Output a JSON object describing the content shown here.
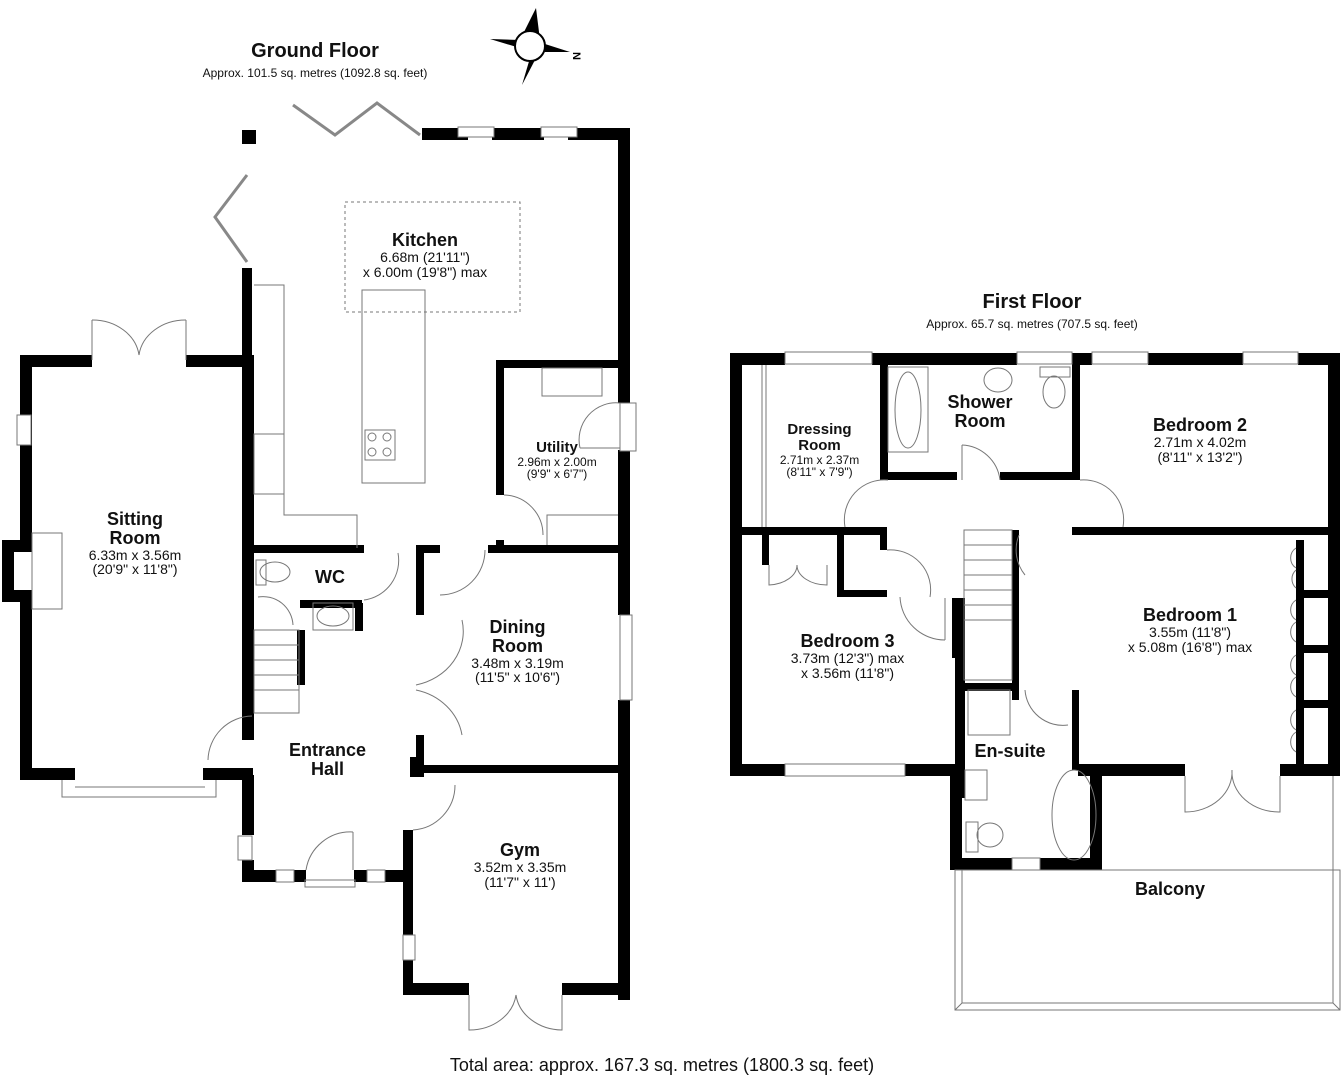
{
  "compass": {
    "icon": "compass-icon",
    "north_label": "N"
  },
  "ground_floor": {
    "title": "Ground Floor",
    "area": "Approx. 101.5 sq. metres (1092.8 sq. feet)",
    "rooms": {
      "kitchen": {
        "name": "Kitchen",
        "dim1": "6.68m (21'11\")",
        "dim2": "x 6.00m (19'8\") max"
      },
      "utility": {
        "name": "Utility",
        "dim1": "2.96m x 2.00m",
        "dim2": "(9'9\" x 6'7\")"
      },
      "sitting": {
        "name1": "Sitting",
        "name2": "Room",
        "dim1": "6.33m x 3.56m",
        "dim2": "(20'9\" x 11'8\")"
      },
      "wc": {
        "name": "WC"
      },
      "dining": {
        "name1": "Dining",
        "name2": "Room",
        "dim1": "3.48m x 3.19m",
        "dim2": "(11'5\" x 10'6\")"
      },
      "hall": {
        "name1": "Entrance",
        "name2": "Hall"
      },
      "gym": {
        "name": "Gym",
        "dim1": "3.52m x 3.35m",
        "dim2": "(11'7\" x 11')"
      }
    }
  },
  "first_floor": {
    "title": "First Floor",
    "area": "Approx. 65.7 sq. metres (707.5 sq. feet)",
    "rooms": {
      "dressing": {
        "name1": "Dressing",
        "name2": "Room",
        "dim1": "2.71m x 2.37m",
        "dim2": "(8'11\" x 7'9\")"
      },
      "shower": {
        "name1": "Shower",
        "name2": "Room"
      },
      "bedroom2": {
        "name": "Bedroom 2",
        "dim1": "2.71m x 4.02m",
        "dim2": "(8'11\" x 13'2\")"
      },
      "bedroom3": {
        "name": "Bedroom 3",
        "dim1": "3.73m (12'3\") max",
        "dim2": "x 3.56m (11'8\")"
      },
      "bedroom1": {
        "name": "Bedroom 1",
        "dim1": "3.55m (11'8\")",
        "dim2": "x 5.08m (16'8\") max"
      },
      "ensuite": {
        "name": "En-suite"
      },
      "balcony": {
        "name": "Balcony"
      }
    }
  },
  "total_area": "Total area: approx. 167.3 sq. metres (1800.3 sq. feet)",
  "colors": {
    "wall": "#000000",
    "fixture": "#777777",
    "background": "#ffffff"
  }
}
